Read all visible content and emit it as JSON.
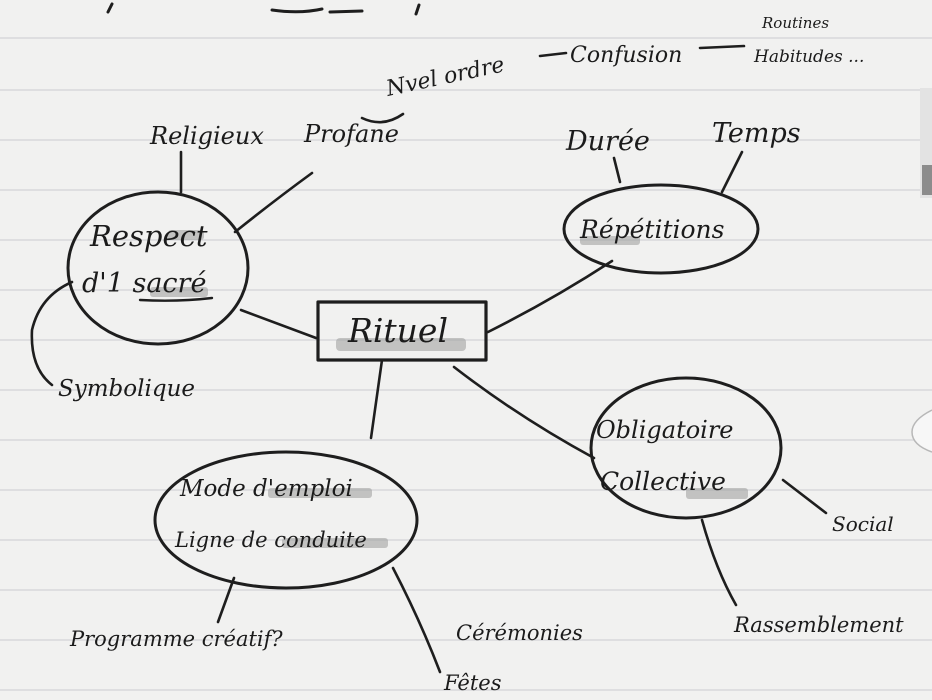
{
  "center": {
    "label": "Rituel"
  },
  "nodes": {
    "respect": {
      "line1": "Respect",
      "line2": "d'1 sacré"
    },
    "repetitions": {
      "label": "Répétitions"
    },
    "obligatoire": {
      "line1": "Obligatoire",
      "line2": "Collective"
    },
    "mode": {
      "line1": "Mode d'emploi",
      "line2": "Ligne de conduite"
    }
  },
  "branches": {
    "religieux": "Religieux",
    "profane": "Profane",
    "nvel_ordre": "Nvel ordre",
    "confusion": "Confusion",
    "routines": "Routines",
    "habitudes": "Habitudes ...",
    "duree": "Durée",
    "temps": "Temps",
    "symbolique": "Symbolique",
    "social": "Social",
    "rassemblement": "Rassemblement",
    "programme": "Programme créatif?",
    "ceremonies": "Cérémonies",
    "fetes": "Fêtes"
  },
  "colors": {
    "paper": "#f1f1f0",
    "ink": "#1e1e1e",
    "rule": "#d3d4d6",
    "highlight": "#9a9a9a"
  }
}
